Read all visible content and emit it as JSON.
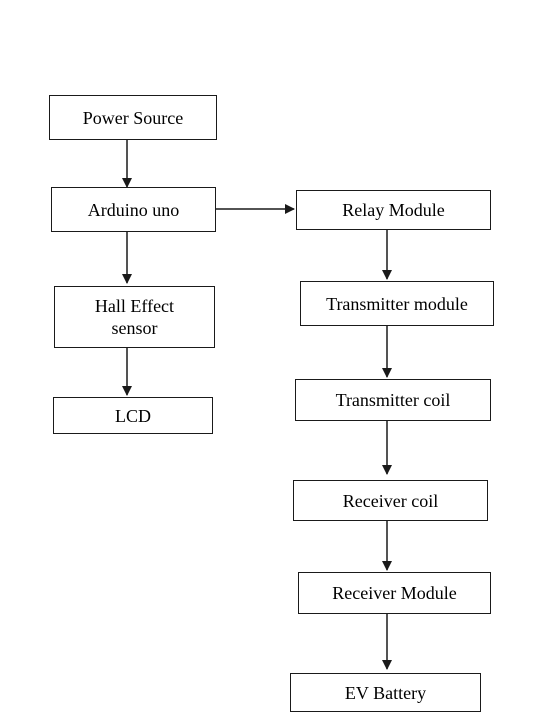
{
  "diagram": {
    "nodes": {
      "power_source": "Power Source",
      "arduino_uno": "Arduino uno",
      "hall_effect_sensor": "Hall Effect sensor",
      "lcd": "LCD",
      "relay_module": "Relay Module",
      "transmitter_module": "Transmitter module",
      "transmitter_coil": "Transmitter coil",
      "receiver_coil": "Receiver coil",
      "receiver_module": "Receiver Module",
      "ev_battery": "EV Battery"
    },
    "edges": [
      {
        "from": "power_source",
        "to": "arduino_uno"
      },
      {
        "from": "arduino_uno",
        "to": "hall_effect_sensor"
      },
      {
        "from": "hall_effect_sensor",
        "to": "lcd"
      },
      {
        "from": "arduino_uno",
        "to": "relay_module"
      },
      {
        "from": "relay_module",
        "to": "transmitter_module"
      },
      {
        "from": "transmitter_module",
        "to": "transmitter_coil"
      },
      {
        "from": "transmitter_coil",
        "to": "receiver_coil"
      },
      {
        "from": "receiver_coil",
        "to": "receiver_module"
      },
      {
        "from": "receiver_module",
        "to": "ev_battery"
      }
    ],
    "colors": {
      "stroke": "#1a1a1a",
      "text": "#000000",
      "background": "#ffffff"
    }
  }
}
